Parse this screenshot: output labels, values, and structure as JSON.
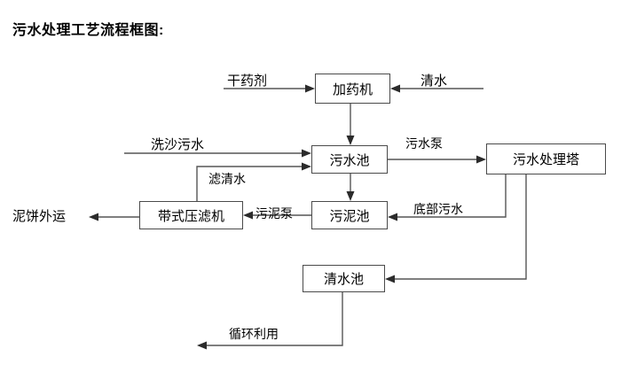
{
  "title": "污水处理工艺流程框图:",
  "diagram": {
    "type": "flowchart",
    "nodes": [
      {
        "id": "dosing-machine",
        "label": "加药机"
      },
      {
        "id": "wastewater-pool",
        "label": "污水池"
      },
      {
        "id": "treatment-tower",
        "label": "污水处理塔"
      },
      {
        "id": "belt-filter-press",
        "label": "带式压滤机"
      },
      {
        "id": "sludge-pool",
        "label": "污泥池"
      },
      {
        "id": "clear-water-pool",
        "label": "清水池"
      }
    ],
    "terminals": [
      {
        "id": "dry-chemical",
        "label": "干药剂"
      },
      {
        "id": "clean-water-in",
        "label": "清水"
      },
      {
        "id": "sand-wash-wastewater",
        "label": "洗沙污水"
      },
      {
        "id": "mud-cake-export",
        "label": "泥饼外运"
      }
    ],
    "edge_labels": [
      {
        "id": "filtered-clear-water",
        "label": "滤清水"
      },
      {
        "id": "wastewater-pump",
        "label": "污水泵"
      },
      {
        "id": "sludge-pump",
        "label": "污泥泵"
      },
      {
        "id": "bottom-wastewater",
        "label": "底部污水"
      },
      {
        "id": "recycle-reuse",
        "label": "循环利用"
      }
    ],
    "edges": [
      {
        "from": "dry-chemical",
        "to": "dosing-machine",
        "label": "干药剂"
      },
      {
        "from": "clean-water-in",
        "to": "dosing-machine",
        "label": "清水"
      },
      {
        "from": "dosing-machine",
        "to": "wastewater-pool",
        "label": ""
      },
      {
        "from": "sand-wash-wastewater",
        "to": "wastewater-pool",
        "label": "洗沙污水"
      },
      {
        "from": "belt-filter-press",
        "to": "wastewater-pool",
        "label": "滤清水"
      },
      {
        "from": "wastewater-pool",
        "to": "treatment-tower",
        "label": "污水泵"
      },
      {
        "from": "wastewater-pool",
        "to": "sludge-pool",
        "label": ""
      },
      {
        "from": "treatment-tower",
        "to": "sludge-pool",
        "label": "底部污水"
      },
      {
        "from": "sludge-pool",
        "to": "belt-filter-press",
        "label": "污泥泵"
      },
      {
        "from": "belt-filter-press",
        "to": "mud-cake-export",
        "label": "泥饼外运"
      },
      {
        "from": "treatment-tower",
        "to": "clear-water-pool",
        "label": ""
      },
      {
        "from": "clear-water-pool",
        "to": "recycle-reuse",
        "label": "循环利用"
      }
    ],
    "colors": {
      "background": "#ffffff",
      "box_border": "#4a4a4a",
      "line": "#555555",
      "arrow_head": "#2b2b2b",
      "text": "#000000"
    }
  }
}
